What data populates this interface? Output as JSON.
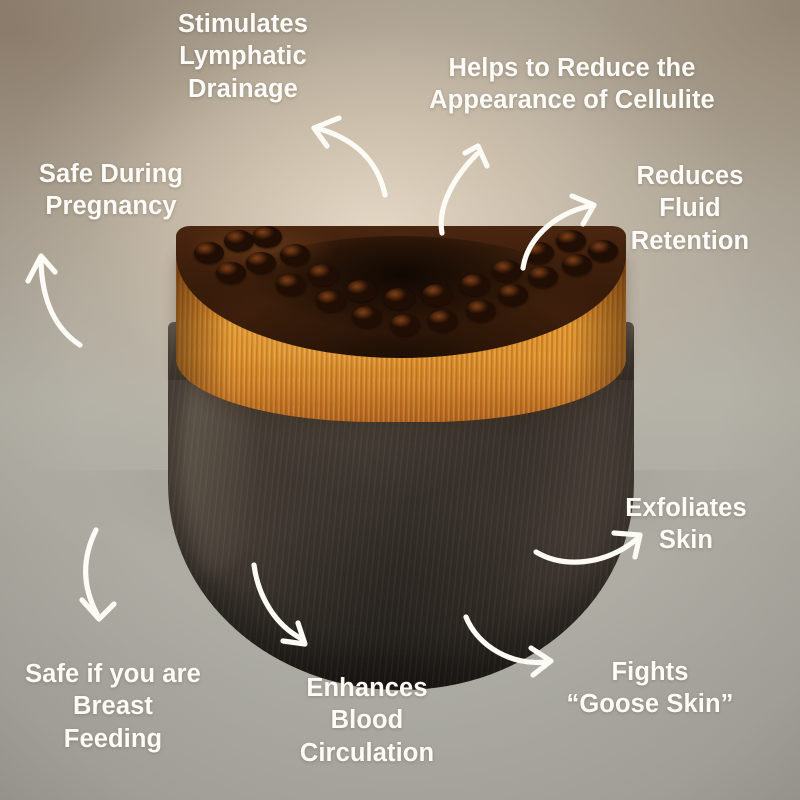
{
  "image": {
    "type": "product-benefits-infographic",
    "subject": "dry body brush with orange bristles resting in a dark wooden bowl",
    "background": {
      "top_color": "#a3907a",
      "center_color": "#d8cbb8",
      "bottom_color": "#a8a69c"
    },
    "text_color": "#fdfbf7",
    "arrow_color": "#fdfbf6"
  },
  "callouts": [
    {
      "id": "stimulates-lymphatic-drainage",
      "label": "Stimulates\nLymphatic\nDrainage",
      "align": "center",
      "arrow": "curve-up-left"
    },
    {
      "id": "helps-to-reduce-appearance-of-cellulite",
      "label": "Helps to Reduce the\nAppearance of Cellulite",
      "align": "center",
      "arrow": "curve-up"
    },
    {
      "id": "safe-during-pregnancy",
      "label": "Safe During\nPregnancy",
      "align": "center",
      "arrow": "curve-up-left"
    },
    {
      "id": "reduces-fluid-retention",
      "label": "Reduces\nFluid\nRetention",
      "align": "center",
      "arrow": "curve-up-right"
    },
    {
      "id": "exfoliates-skin",
      "label": "Exfoliates\nSkin",
      "align": "center",
      "arrow": "curve-up-right"
    },
    {
      "id": "safe-if-you-are-breast-feeding",
      "label": "Safe if you are\nBreast\nFeeding",
      "align": "center",
      "arrow": "curve-down"
    },
    {
      "id": "enhances-blood-circulation",
      "label": "Enhances\nBlood\nCirculation",
      "align": "center",
      "arrow": "curve-down-right"
    },
    {
      "id": "fights-goose-skin",
      "label": "Fights\n“Goose Skin”",
      "align": "center",
      "arrow": "curve-down-right"
    }
  ]
}
